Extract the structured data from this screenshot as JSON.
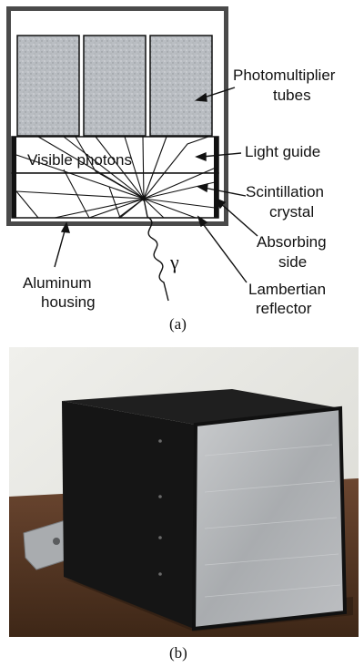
{
  "panel_a": {
    "caption": "(a)",
    "inner_text": "Visible photons",
    "gamma_symbol": "γ",
    "labels": {
      "pmt_line1": "Photomultiplier",
      "pmt_line2": "tubes",
      "light_guide": "Light guide",
      "crystal_line1": "Scintillation",
      "crystal_line2": "crystal",
      "absorbing_line1": "Absorbing",
      "absorbing_line2": "side",
      "housing_line1": "Aluminum",
      "housing_line2": "housing",
      "reflector_line1": "Lambertian",
      "reflector_line2": "reflector"
    },
    "colors": {
      "housing": "#4a4a4a",
      "pmt_fill": "#b9bdc2",
      "stroke": "#111111"
    }
  },
  "panel_b": {
    "caption": "(b)",
    "colors": {
      "wall": "#e6e6e2",
      "table": "#5a3a26",
      "box_black": "#151515",
      "aluminum_face": "#b3b6b9"
    }
  }
}
